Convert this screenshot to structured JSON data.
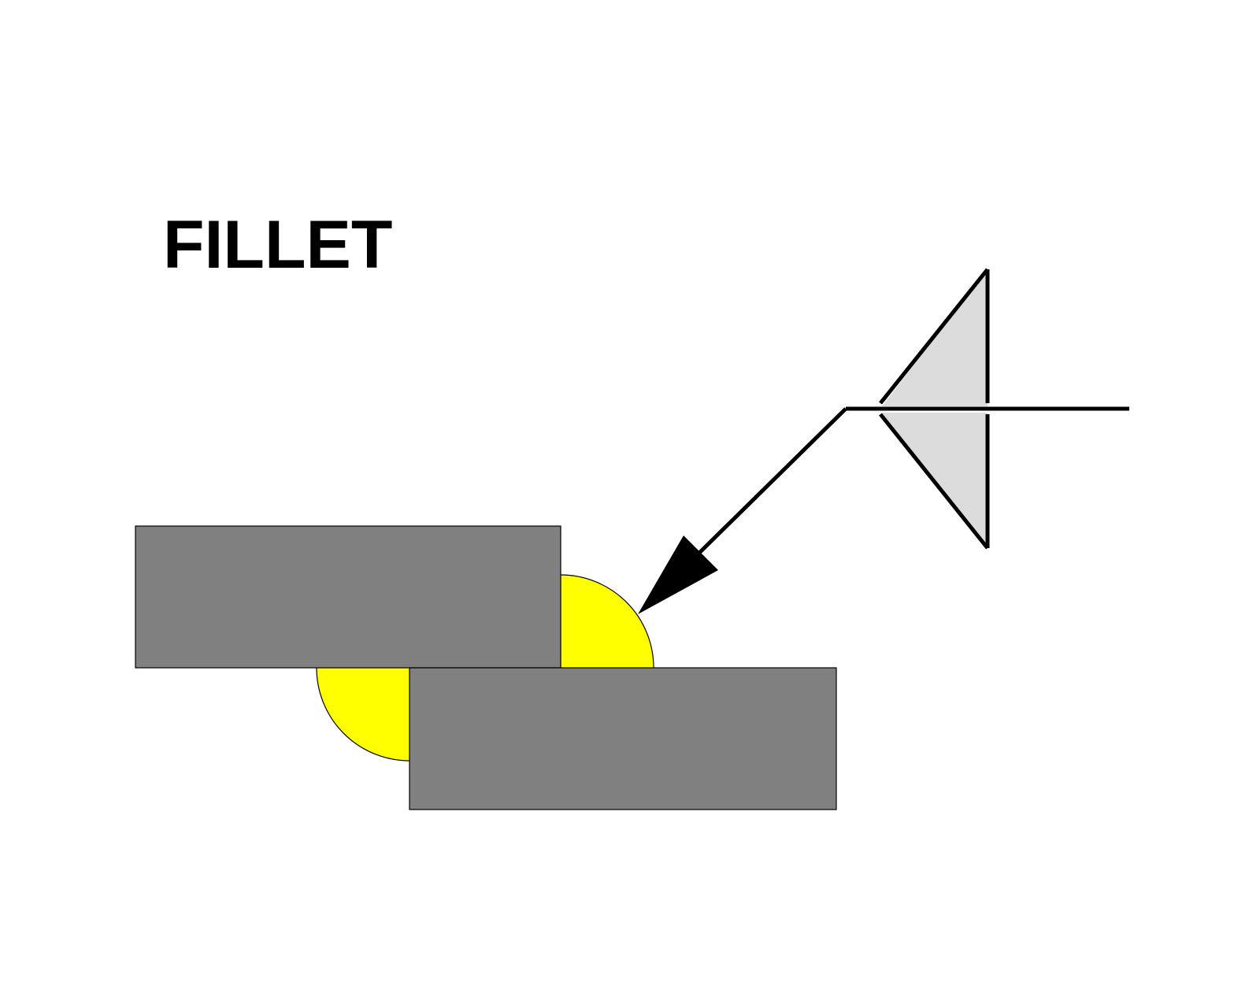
{
  "title": "FILLET",
  "colors": {
    "background": "#ffffff",
    "plate": "#808080",
    "plate_outline": "#000000",
    "weld": "#ffff00",
    "weld_outline": "#000000",
    "symbol_fill": "#dcdcdc",
    "line": "#000000"
  },
  "icons": {
    "weld_symbol": "fillet-weld-both-sides-symbol",
    "leader_arrow": "arrow-head"
  }
}
